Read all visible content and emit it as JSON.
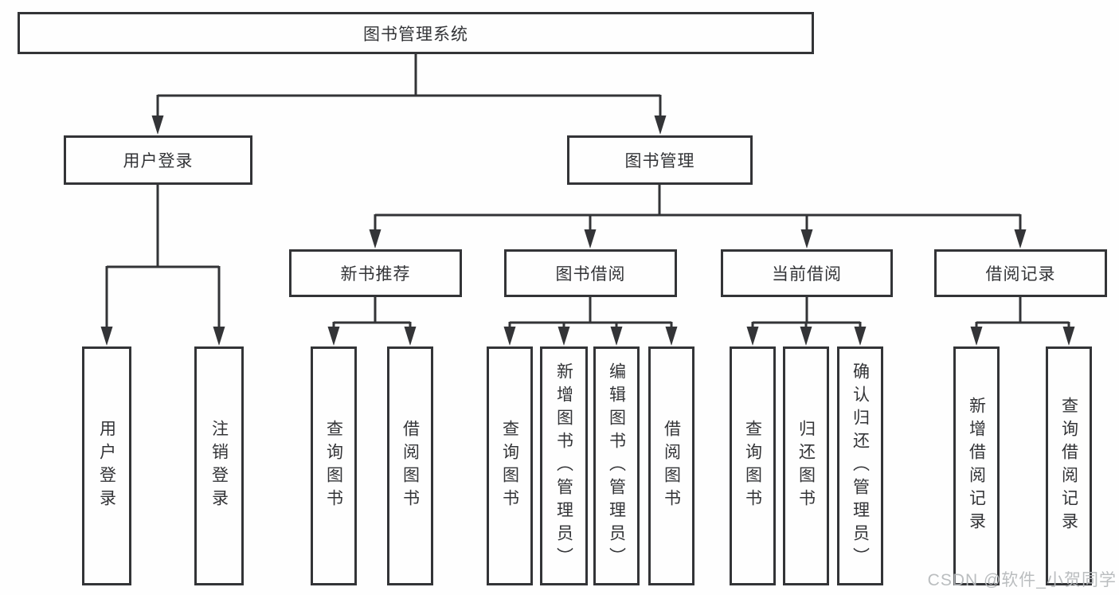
{
  "diagram": {
    "root": {
      "label": "图书管理系统"
    },
    "login": {
      "label": "用户登录",
      "children": [
        {
          "label": "用户登录"
        },
        {
          "label": "注销登录"
        }
      ]
    },
    "management": {
      "label": "图书管理",
      "branches": [
        {
          "label": "新书推荐",
          "children": [
            {
              "label": "查询图书"
            },
            {
              "label": "借阅图书"
            }
          ]
        },
        {
          "label": "图书借阅",
          "children": [
            {
              "label": "查询图书"
            },
            {
              "label": "新增图书（管理员）"
            },
            {
              "label": "编辑图书（管理员）"
            },
            {
              "label": "借阅图书"
            }
          ]
        },
        {
          "label": "当前借阅",
          "children": [
            {
              "label": "查询图书"
            },
            {
              "label": "归还图书"
            },
            {
              "label": "确认归还（管理员）"
            }
          ]
        },
        {
          "label": "借阅记录",
          "children": [
            {
              "label": "新增借阅记录"
            },
            {
              "label": "查询借阅记录"
            }
          ]
        }
      ]
    }
  },
  "watermark": {
    "label": "CSDN @软件_小贺同学"
  },
  "colors": {
    "line": "#333437",
    "text": "#333437",
    "watermark": "#b6b9bc",
    "background": "#fefefe"
  }
}
